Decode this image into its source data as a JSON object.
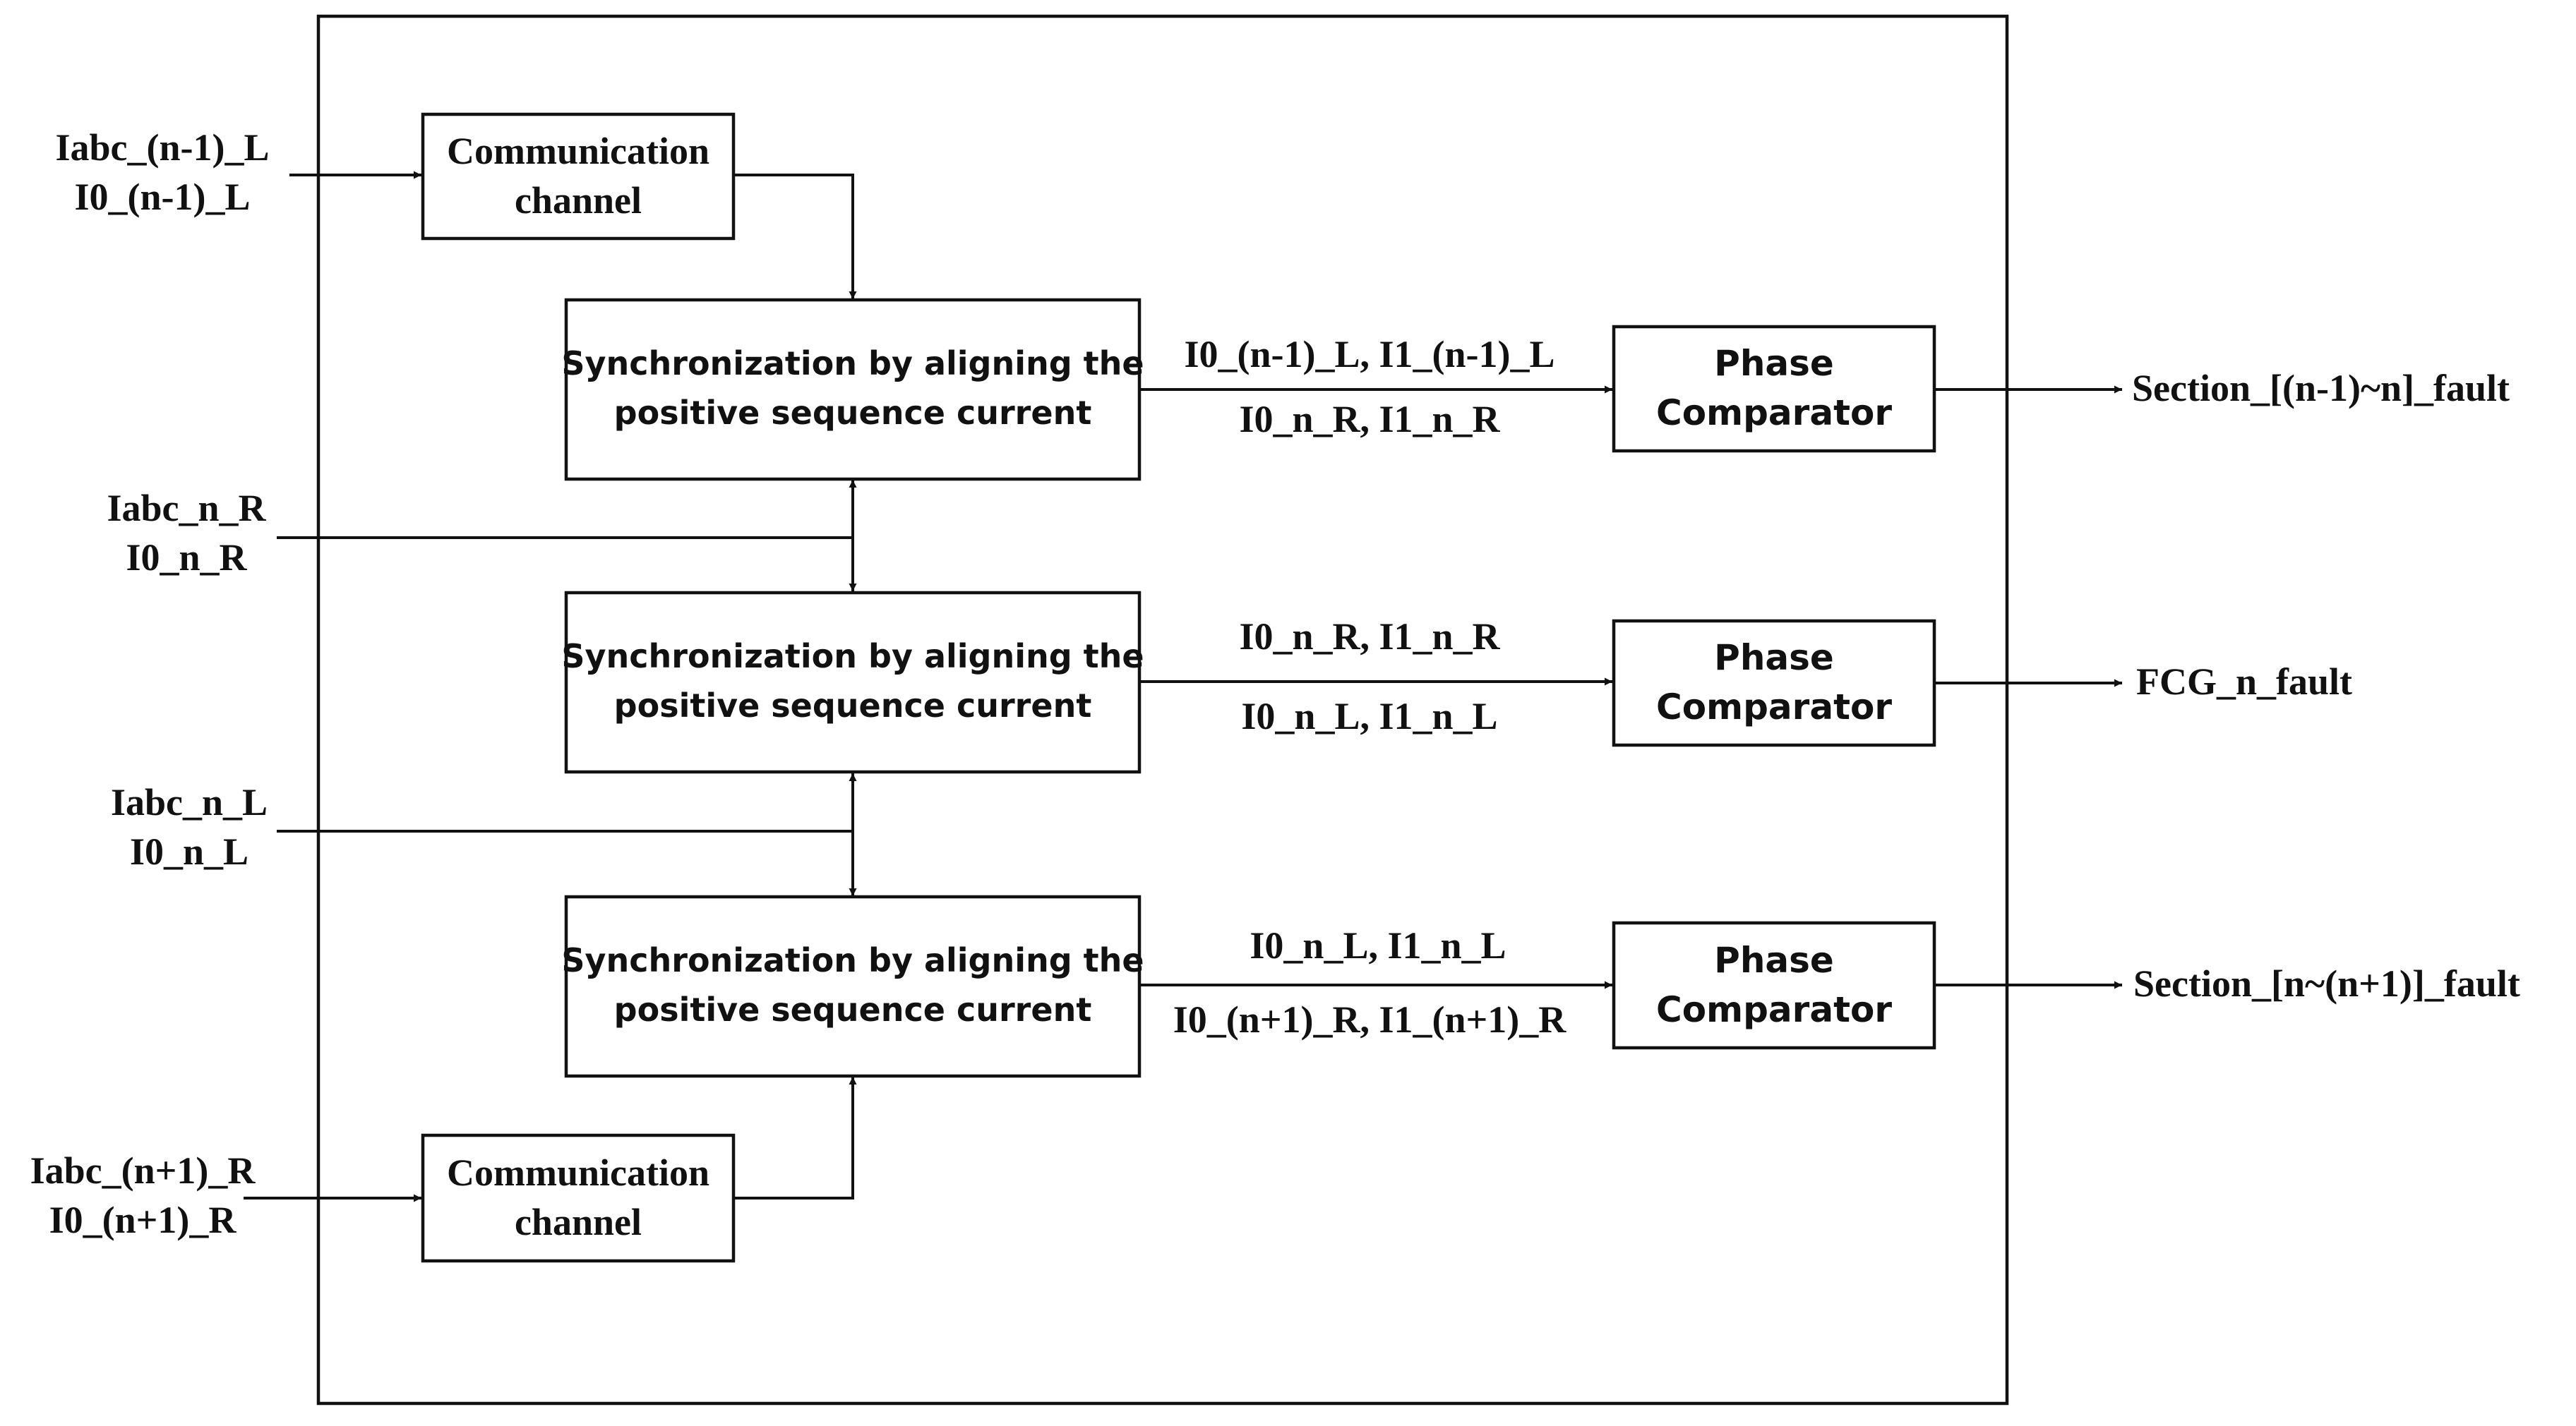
{
  "inputs": {
    "left_prev": {
      "line1": "Iabc_(n-1)_L",
      "line2": "I0_(n-1)_L"
    },
    "right_n": {
      "line1": "Iabc_n_R",
      "line2": "I0_n_R"
    },
    "left_n": {
      "line1": "Iabc_n_L",
      "line2": "I0_n_L"
    },
    "right_next": {
      "line1": "Iabc_(n+1)_R",
      "line2": "I0_(n+1)_R"
    }
  },
  "blocks": {
    "comm_top": {
      "line1": "Communication",
      "line2": "channel"
    },
    "comm_bottom": {
      "line1": "Communication",
      "line2": "channel"
    },
    "sync_top": {
      "line1": "Synchronization by aligning the",
      "line2": "positive sequence current"
    },
    "sync_mid": {
      "line1": "Synchronization by aligning the",
      "line2": "positive sequence current"
    },
    "sync_bottom": {
      "line1": "Synchronization by aligning the",
      "line2": "positive sequence current"
    },
    "comp_top": {
      "line1": "Phase",
      "line2": "Comparator"
    },
    "comp_mid": {
      "line1": "Phase",
      "line2": "Comparator"
    },
    "comp_bottom": {
      "line1": "Phase",
      "line2": "Comparator"
    }
  },
  "signals": {
    "top": {
      "above": "I0_(n-1)_L, I1_(n-1)_L",
      "below": "I0_n_R, I1_n_R"
    },
    "mid": {
      "above": "I0_n_R, I1_n_R",
      "below": "I0_n_L, I1_n_L"
    },
    "bottom": {
      "above": "I0_n_L, I1_n_L",
      "below": "I0_(n+1)_R, I1_(n+1)_R"
    }
  },
  "outputs": {
    "top": "Section_[(n-1)~n]_fault",
    "mid": "FCG_n_fault",
    "bottom": "Section_[n~(n+1)]_fault"
  }
}
